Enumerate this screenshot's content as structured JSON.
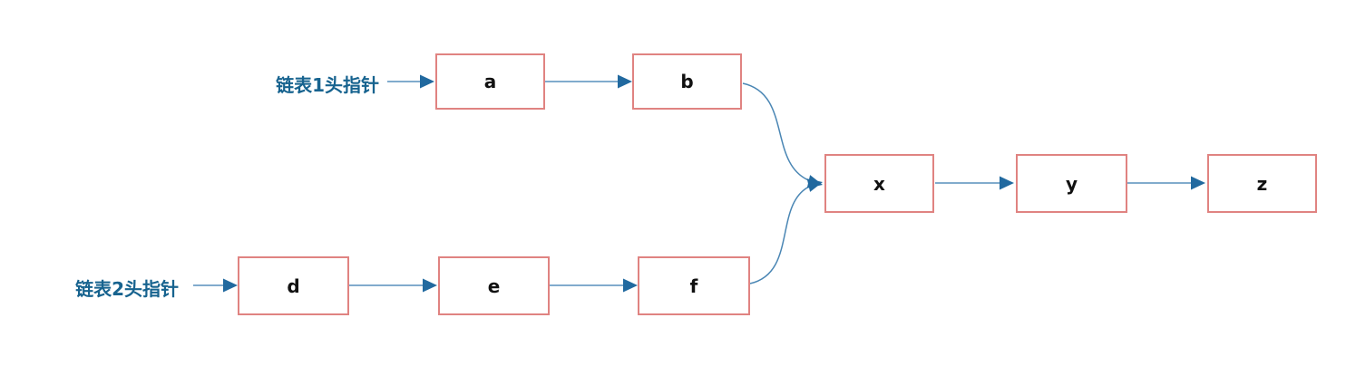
{
  "diagram": {
    "title": "two linked lists merging into a common tail",
    "labels": {
      "list1_pointer": "链表1头指针",
      "list2_pointer": "链表2头指针"
    },
    "nodes": {
      "a": "a",
      "b": "b",
      "d": "d",
      "e": "e",
      "f": "f",
      "x": "x",
      "y": "y",
      "z": "z"
    },
    "structure": {
      "list1": [
        "a",
        "b"
      ],
      "list2": [
        "d",
        "e",
        "f"
      ],
      "merged_tail": [
        "x",
        "y",
        "z"
      ],
      "edges": [
        "list1_pointer->a",
        "a->b",
        "b->x",
        "list2_pointer->d",
        "d->e",
        "e->f",
        "f->x",
        "x->y",
        "y->z"
      ]
    },
    "colors": {
      "background": "#ffffff",
      "node_border": "#e08381",
      "node_fill": "#ffffff",
      "node_text": "#111111",
      "arrow_line": "#6f9fc6",
      "arrow_curve": "#4a86b4",
      "arrow_head": "#21699f",
      "label_text": "#17638f"
    }
  }
}
